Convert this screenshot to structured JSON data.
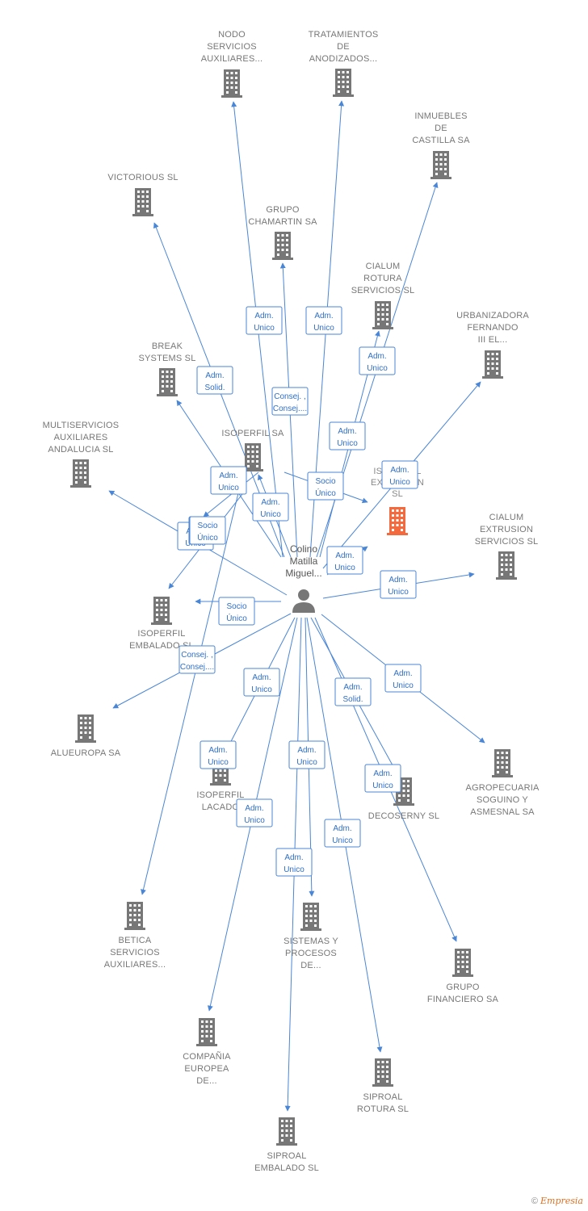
{
  "colors": {
    "company": "#777777",
    "focus_company": "#f26a3d",
    "person": "#777777",
    "edge": "#4a86d6"
  },
  "center_person": {
    "lines": [
      "Colino",
      "Matilla",
      "Miguel..."
    ],
    "icon": "person-icon"
  },
  "focus_company": {
    "lines": [
      "ISOPERFIL",
      "EXTRUSION",
      "SL"
    ],
    "icon": "building-icon"
  },
  "companies": [
    {
      "id": "nodo",
      "lines": [
        "NODO",
        "SERVICIOS",
        "AUXILIARES..."
      ]
    },
    {
      "id": "tratamientos",
      "lines": [
        "TRATAMIENTOS",
        "DE",
        "ANODIZADOS..."
      ]
    },
    {
      "id": "inmuebles",
      "lines": [
        "INMUEBLES",
        "DE",
        "CASTILLA SA"
      ]
    },
    {
      "id": "victorious",
      "lines": [
        "VICTORIOUS SL"
      ]
    },
    {
      "id": "chamartin",
      "lines": [
        "GRUPO",
        "CHAMARTIN SA"
      ]
    },
    {
      "id": "cialum-rotura",
      "lines": [
        "CIALUM",
        "ROTURA",
        "SERVICIOS SL"
      ]
    },
    {
      "id": "urbanizadora",
      "lines": [
        "URBANIZADORA",
        "FERNANDO",
        "III EL..."
      ]
    },
    {
      "id": "break",
      "lines": [
        "BREAK",
        "SYSTEMS SL"
      ]
    },
    {
      "id": "multiservicios",
      "lines": [
        "MULTISERVICIOS",
        "AUXILIARES",
        "ANDALUCIA SL"
      ]
    },
    {
      "id": "isoperfil-sa",
      "lines": [
        "ISOPERFIL SA"
      ]
    },
    {
      "id": "cialum-extrusion",
      "lines": [
        "CIALUM",
        "EXTRUSION",
        "SERVICIOS SL"
      ]
    },
    {
      "id": "isoperfil-embalado",
      "lines": [
        "ISOPERFIL",
        "EMBALADO SL"
      ]
    },
    {
      "id": "alueuropa",
      "lines": [
        "ALUEUROPA SA"
      ]
    },
    {
      "id": "agropecuaria",
      "lines": [
        "AGROPECUARIA",
        "SOGUINO Y",
        "ASMESNAL SA"
      ]
    },
    {
      "id": "isoperfil-lacado",
      "lines": [
        "ISOPERFIL",
        "LACADO"
      ]
    },
    {
      "id": "decoserny",
      "lines": [
        "DECOSERNY SL"
      ]
    },
    {
      "id": "betica",
      "lines": [
        "BETICA",
        "SERVICIOS",
        "AUXILIARES..."
      ]
    },
    {
      "id": "sistemas",
      "lines": [
        "SISTEMAS Y",
        "PROCESOS",
        "DE..."
      ]
    },
    {
      "id": "grupo-financiero",
      "lines": [
        "GRUPO",
        "FINANCIERO SA"
      ]
    },
    {
      "id": "compania",
      "lines": [
        "COMPAÑIA",
        "EUROPEA",
        "DE..."
      ]
    },
    {
      "id": "siproal-rotura",
      "lines": [
        "SIPROAL",
        "ROTURA SL"
      ]
    },
    {
      "id": "siproal-embalado",
      "lines": [
        "SIPROAL",
        "EMBALADO SL"
      ]
    }
  ],
  "edges": [
    {
      "target": "nodo",
      "lines": [
        "Adm.",
        "Unico"
      ]
    },
    {
      "target": "tratamientos",
      "lines": [
        "Adm.",
        "Unico"
      ]
    },
    {
      "target": "inmuebles",
      "lines": [
        "Adm.",
        "Unico"
      ]
    },
    {
      "target": "victorious",
      "lines": [
        "Adm.",
        "Solid."
      ]
    },
    {
      "target": "chamartin",
      "lines": [
        "Consej. ,",
        "Consej...."
      ]
    },
    {
      "target": "cialum-rotura",
      "lines": [
        "Adm.",
        "Unico"
      ]
    },
    {
      "target": "urbanizadora",
      "lines": [
        "Adm.",
        "Unico"
      ]
    },
    {
      "target": "break",
      "lines": [
        "Adm.",
        "Unico"
      ]
    },
    {
      "target": "multiservicios",
      "lines": [
        "Adm.",
        "Unico"
      ]
    },
    {
      "target": "isoperfil-sa",
      "lines": [
        "Adm.",
        "Unico"
      ]
    },
    {
      "target": "focus-isoperfil-sa",
      "lines": [
        "Socio",
        "Único"
      ]
    },
    {
      "target": "focus",
      "lines": [
        "Adm.",
        "Unico"
      ]
    },
    {
      "target": "cialum-extrusion",
      "lines": [
        "Adm.",
        "Unico"
      ]
    },
    {
      "target": "isoperfil-embalado",
      "lines": [
        "Socio",
        "Único"
      ]
    },
    {
      "target": "isoperfil-embalado-2",
      "lines": [
        "Adm.",
        "Unico"
      ]
    },
    {
      "target": "alueuropa",
      "lines": [
        "Consej. ,",
        "Consej...."
      ]
    },
    {
      "target": "agropecuaria",
      "lines": [
        "Adm.",
        "Unico"
      ]
    },
    {
      "target": "isoperfil-lacado",
      "lines": [
        "Adm.",
        "Unico"
      ]
    },
    {
      "target": "decoserny",
      "lines": [
        "Adm.",
        "Solid."
      ]
    },
    {
      "target": "betica",
      "lines": [
        "Adm.",
        "Unico"
      ]
    },
    {
      "target": "sistemas",
      "lines": [
        "Adm.",
        "Unico"
      ]
    },
    {
      "target": "grupo-financiero",
      "lines": [
        "Adm.",
        "Unico"
      ]
    },
    {
      "target": "compania",
      "lines": [
        "Adm.",
        "Unico"
      ]
    },
    {
      "target": "siproal-rotura",
      "lines": [
        "Adm.",
        "Unico"
      ]
    },
    {
      "target": "siproal-embalado",
      "lines": [
        "Adm.",
        "Unico"
      ]
    },
    {
      "target": "multiservicios-2",
      "lines": [
        "Socio",
        "Único"
      ]
    }
  ],
  "footer": {
    "copyright": "©",
    "brand": "Empresia"
  }
}
